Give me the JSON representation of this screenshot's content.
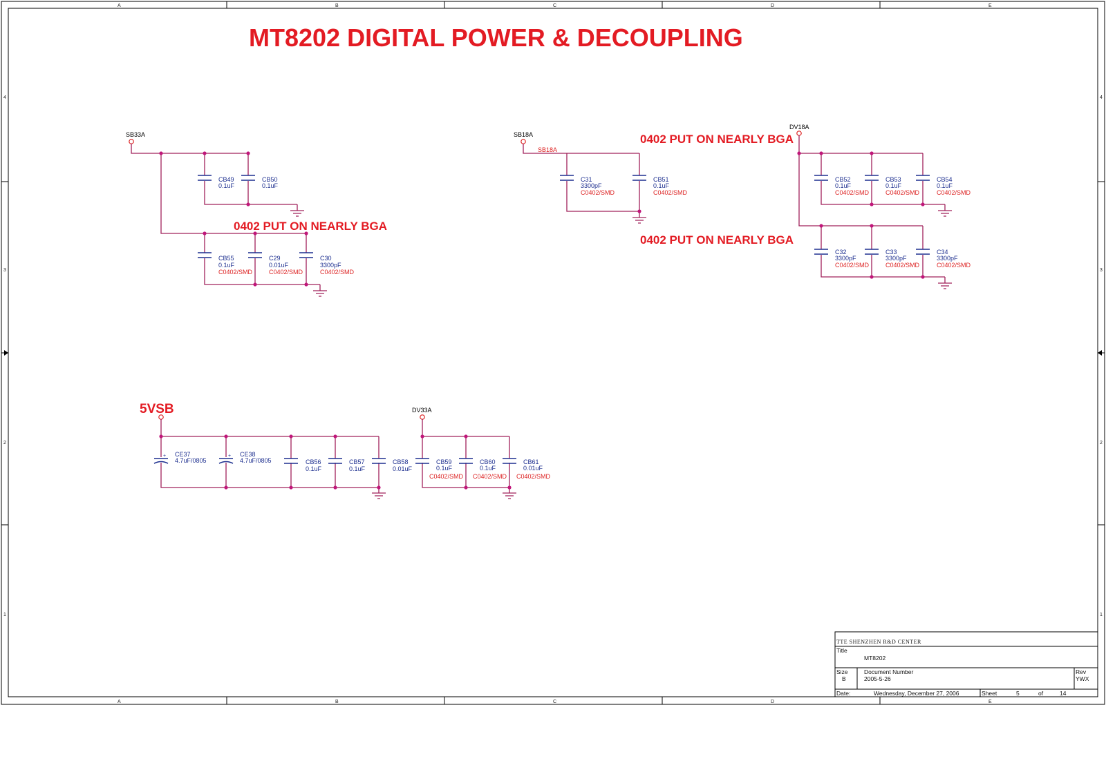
{
  "title": "MT8202 DIGITAL POWER & DECOUPLING",
  "zones": {
    "columns": [
      "A",
      "B",
      "C",
      "D",
      "E"
    ],
    "rows": [
      "4",
      "3",
      "2",
      "1"
    ]
  },
  "notes": {
    "nearly_bga_1": "0402 PUT ON NEARLY BGA",
    "nearly_bga_2": "0402 PUT ON NEARLY BGA",
    "nearly_bga_3": "0402 PUT ON NEARLY BGA",
    "five_vsb": "5VSB"
  },
  "nets": {
    "sb33a": "SB33A",
    "sb18a": "SB18A",
    "sb18a_wire": "SB18A",
    "dv18a": "DV18A",
    "dv33a": "DV33A"
  },
  "components": {
    "CB49": {
      "ref": "CB49",
      "value": "0.1uF"
    },
    "CB50": {
      "ref": "CB50",
      "value": "0.1uF"
    },
    "CB55": {
      "ref": "CB55",
      "value": "0.1uF",
      "footprint": "C0402/SMD"
    },
    "C29": {
      "ref": "C29",
      "value": "0.01uF",
      "footprint": "C0402/SMD"
    },
    "C30": {
      "ref": "C30",
      "value": "3300pF",
      "footprint": "C0402/SMD"
    },
    "C31": {
      "ref": "C31",
      "value": "3300pF",
      "footprint": "C0402/SMD"
    },
    "CB51": {
      "ref": "CB51",
      "value": "0.1uF",
      "footprint": "C0402/SMD"
    },
    "CB52": {
      "ref": "CB52",
      "value": "0.1uF",
      "footprint": "C0402/SMD"
    },
    "CB53": {
      "ref": "CB53",
      "value": "0.1uF",
      "footprint": "C0402/SMD"
    },
    "CB54": {
      "ref": "CB54",
      "value": "0.1uF",
      "footprint": "C0402/SMD"
    },
    "C32": {
      "ref": "C32",
      "value": "3300pF",
      "footprint": "C0402/SMD"
    },
    "C33": {
      "ref": "C33",
      "value": "3300pF",
      "footprint": "C0402/SMD"
    },
    "C34": {
      "ref": "C34",
      "value": "3300pF",
      "footprint": "C0402/SMD"
    },
    "CE37": {
      "ref": "CE37",
      "value": "4.7uF/0805"
    },
    "CE38": {
      "ref": "CE38",
      "value": "4.7uF/0805"
    },
    "CB56": {
      "ref": "CB56",
      "value": "0.1uF"
    },
    "CB57": {
      "ref": "CB57",
      "value": "0.1uF"
    },
    "CB58": {
      "ref": "CB58",
      "value": "0.01uF"
    },
    "CB59": {
      "ref": "CB59",
      "value": "0.1uF",
      "footprint": "C0402/SMD"
    },
    "CB60": {
      "ref": "CB60",
      "value": "0.1uF",
      "footprint": "C0402/SMD"
    },
    "CB61": {
      "ref": "CB61",
      "value": "0.01uF",
      "footprint": "C0402/SMD"
    }
  },
  "titleblock": {
    "company": "TTE SHENZHEN R&D CENTER",
    "title_label": "Title",
    "title_value": "MT8202",
    "size_label": "Size",
    "size_value": "B",
    "docnum_label": "Document Number",
    "docnum_value": "2005-5-26",
    "rev_label": "Rev",
    "rev_value": "YWX",
    "date_label": "Date:",
    "date_value": "Wednesday, December 27, 2006",
    "sheet_label": "Sheet",
    "sheet_value": "5",
    "of_label": "of",
    "of_value": "14"
  }
}
